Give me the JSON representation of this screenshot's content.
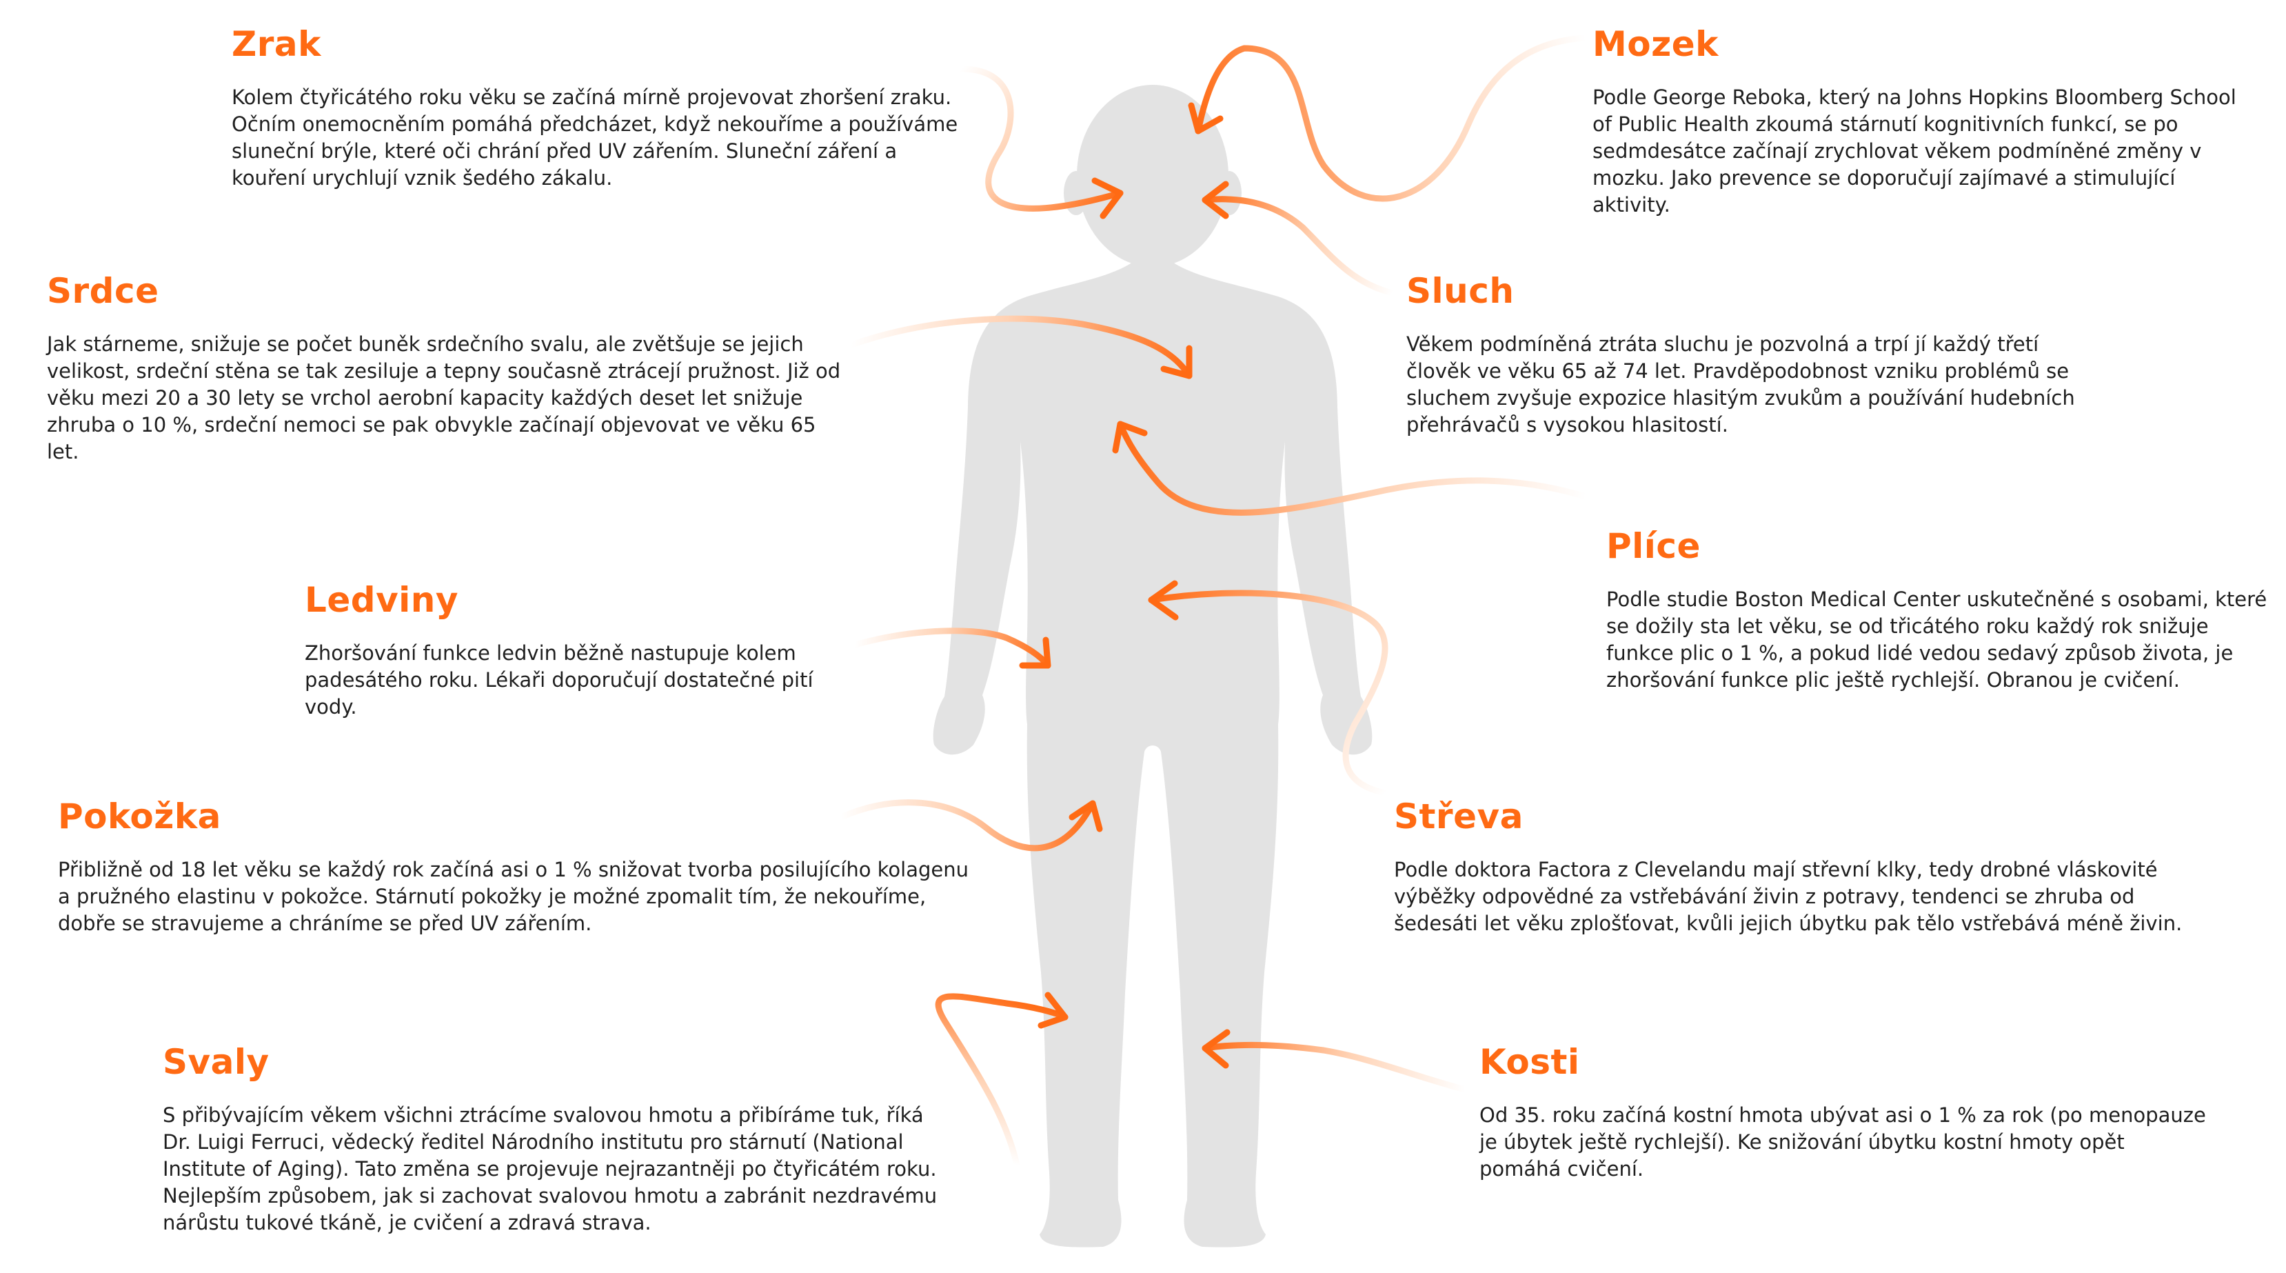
{
  "colors": {
    "accent": "#ff6a13",
    "accent_light": "#ffd2b4",
    "body_silhouette": "#e3e3e3",
    "text": "#1f1f1f",
    "background": "#ffffff"
  },
  "icons": {
    "figure": "human-body-silhouette",
    "connector": "curved-arrow"
  },
  "sections": {
    "zrak": {
      "title": "Zrak",
      "text": "Kolem čtyřicátého roku věku se začíná mírně projevovat zhoršení zraku. Očním onemocněním pomáhá předcházet, když nekouříme a používáme sluneční brýle, které oči chrání před UV zářením. Sluneční záření a kouření urychlují vznik šedého zákalu."
    },
    "mozek": {
      "title": "Mozek",
      "text": "Podle George Reboka, který na Johns Hopkins Bloomberg School of Public Health zkoumá stárnutí kognitivních funkcí, se po sedmdesátce začínají zrychlovat věkem podmíněné změny v mozku. Jako prevence se doporučují zajímavé a stimulující aktivity."
    },
    "srdce": {
      "title": "Srdce",
      "text": "Jak stárneme, snižuje se počet buněk srdečního svalu, ale zvětšuje se jejich velikost, srdeční stěna se tak zesiluje a tepny současně ztrácejí pružnost. Již od věku mezi 20 a 30 lety se vrchol aerobní kapacity každých deset let snižuje zhruba o 10 %, srdeční nemoci se pak obvykle začínají objevovat ve věku 65 let."
    },
    "sluch": {
      "title": "Sluch",
      "text": "Věkem podmíněná ztráta sluchu je pozvolná a trpí jí každý třetí člověk ve věku 65 až 74 let. Pravděpodobnost vzniku problémů se sluchem zvyšuje expozice hlasitým zvukům a používání hudebních přehrávačů s vysokou hlasitostí."
    },
    "plice": {
      "title": "Plíce",
      "text": "Podle studie Boston Medical Center uskutečněné s osobami, které se dožily sta let věku, se od třicátého roku každý rok snižuje funkce plic o 1 %, a pokud lidé vedou sedavý způsob života, je zhoršování funkce plic ještě rychlejší. Obranou je cvičení."
    },
    "ledviny": {
      "title": "Ledviny",
      "text": "Zhoršování funkce ledvin běžně nastupuje kolem padesátého roku. Lékaři doporučují dostatečné pití vody."
    },
    "pokozka": {
      "title": "Pokožka",
      "text": "Přibližně od 18 let věku se každý rok začíná asi o 1 % snižovat tvorba posilujícího kolagenu a pružného elastinu v pokožce. Stárnutí pokožky je možné zpomalit tím, že nekouříme, dobře se stravujeme a chráníme se před UV zářením."
    },
    "streva": {
      "title": "Střeva",
      "text": "Podle doktora Factora z Clevelandu mají střevní klky, tedy drobné vláskovité výběžky odpovědné za vstřebávání živin z potravy, tendenci se zhruba od šedesáti let věku zplošťovat, kvůli jejich úbytku pak tělo vstřebává méně živin."
    },
    "svaly": {
      "title": "Svaly",
      "text": "S přibývajícím věkem všichni ztrácíme svalovou hmotu a přibíráme tuk, říká Dr. Luigi Ferruci, vědecký ředitel Národního institutu pro stárnutí (National Institute of Aging). Tato změna se projevuje nejrazantněji po čtyřicátém roku. Nejlepším způsobem, jak si zachovat svalovou hmotu a zabránit nezdravému nárůstu tukové tkáně, je cvičení a zdravá strava."
    },
    "kosti": {
      "title": "Kosti",
      "text": "Od 35. roku začíná kostní hmota ubývat asi o 1 % za rok (po menopauze je úbytek ještě rychlejší). Ke snižování úbytku kostní hmoty opět pomáhá cvičení."
    }
  }
}
